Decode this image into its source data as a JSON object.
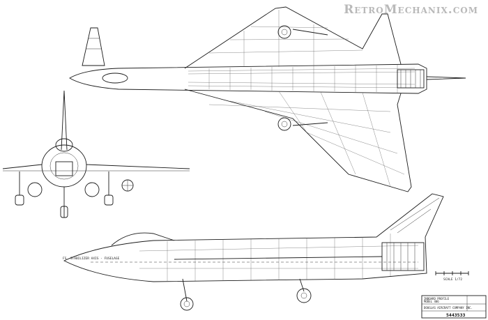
{
  "watermark": "RetroMechanix.com",
  "inboard_profile_note": "INBOARD PROFILE",
  "title_block": {
    "title_line1": "INBOARD PROFILE",
    "title_line2": "MODEL 406",
    "company": "DOUGLAS AIRCRAFT COMPANY INC.",
    "drawing_number": "5443533"
  },
  "scale_label": "SCALE 1/72",
  "callout_left": "FS. STABILIZER AXIS - FUSELAGE",
  "colors": {
    "ink": "#1a1a1a",
    "paper": "#ffffff",
    "watermark": "#b9b9b9"
  }
}
